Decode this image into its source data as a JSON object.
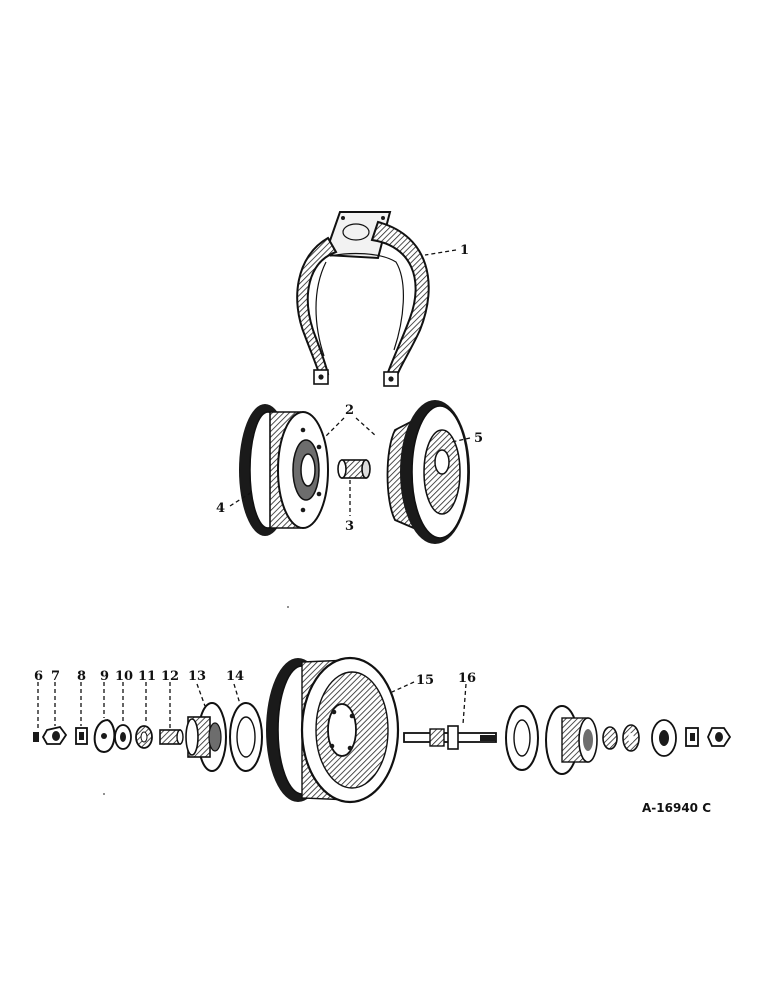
{
  "figure_ref": "A-16940 C",
  "callouts": {
    "c1": "1",
    "c2": "2",
    "c3": "3",
    "c4": "4",
    "c5": "5",
    "c6": "6",
    "c7": "7",
    "c8": "8",
    "c9": "9",
    "c10": "10",
    "c11": "11",
    "c12": "12",
    "c13": "13",
    "c14": "14",
    "c15": "15",
    "c16": "16"
  },
  "colors": {
    "ink": "#111111",
    "paper": "#ffffff"
  }
}
